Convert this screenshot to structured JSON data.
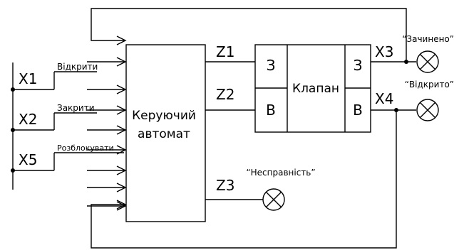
{
  "inputs": [
    {
      "id": "X1",
      "label": "Відкрити"
    },
    {
      "id": "X2",
      "label": "Закрити"
    },
    {
      "id": "X5",
      "label": "Розблокувати"
    }
  ],
  "controller": {
    "line1": "Керуючий",
    "line2": "автомат"
  },
  "outputs": {
    "z1": "Z1",
    "z2": "Z2",
    "z3": "Z3"
  },
  "valve": {
    "title": "Клапан",
    "left_top": "З",
    "left_bottom": "В",
    "right_top": "З",
    "right_bottom": "В"
  },
  "sensors": {
    "x3": "X3",
    "x4": "X4"
  },
  "lamps": {
    "closed": "“Зачинено”",
    "opened": "“Відкрито”",
    "fault": "“Несправність”"
  }
}
